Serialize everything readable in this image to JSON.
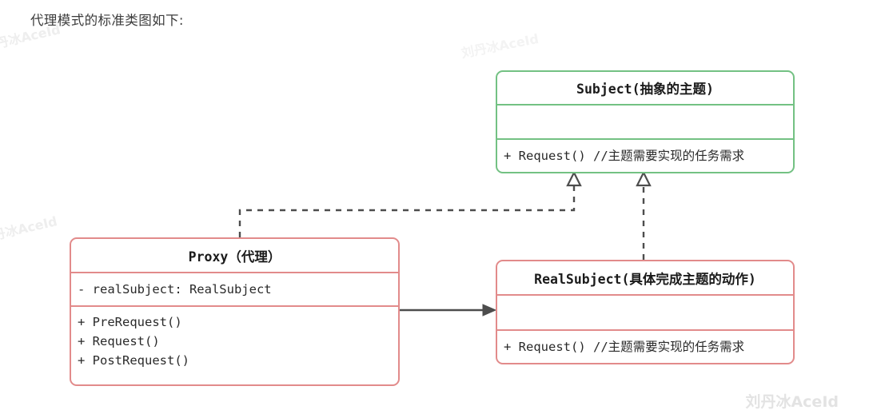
{
  "page": {
    "title": "代理模式的标准类图如下:",
    "watermark": "刘丹冰AceId",
    "watermark_partial": "刘丹冰AceId",
    "background_color": "#ffffff"
  },
  "colors": {
    "subject_border": "#73c183",
    "proxy_border": "#e28b8b",
    "realsubject_border": "#e28b8b",
    "connector": "#4d4d4d",
    "text": "#2a2a2a",
    "watermark": "#e9e9e9"
  },
  "diagram": {
    "type": "uml-class-diagram",
    "pattern": "proxy",
    "classes": [
      {
        "id": "subject",
        "name": "Subject(抽象的主题)",
        "stereotype": "interface",
        "border_color": "#73c183",
        "attributes": [],
        "operations": [
          {
            "visibility": "+",
            "signature": "Request()",
            "comment": "//主题需要实现的任务需求",
            "text": "+ Request() //主题需要实现的任务需求"
          }
        ]
      },
      {
        "id": "proxy",
        "name": "Proxy（代理）",
        "border_color": "#e28b8b",
        "attributes": [
          {
            "visibility": "-",
            "signature": "realSubject: RealSubject",
            "text": "- realSubject: RealSubject"
          }
        ],
        "operations": [
          {
            "visibility": "+",
            "signature": "PreRequest()",
            "text": "+ PreRequest()"
          },
          {
            "visibility": "+",
            "signature": "Request()",
            "text": "+ Request()"
          },
          {
            "visibility": "+",
            "signature": "PostRequest()",
            "text": "+ PostRequest()"
          }
        ]
      },
      {
        "id": "realsubject",
        "name": "RealSubject(具体完成主题的动作)",
        "border_color": "#e28b8b",
        "attributes": [],
        "operations": [
          {
            "visibility": "+",
            "signature": "Request()",
            "comment": "//主题需要实现的任务需求",
            "text": "+ Request() //主题需要实现的任务需求"
          }
        ]
      }
    ],
    "relations": [
      {
        "id": "proxy-realizes-subject",
        "from": "proxy",
        "to": "subject",
        "type": "realization",
        "line": "dashed",
        "arrowhead": "hollow-triangle"
      },
      {
        "id": "realsubject-realizes-subject",
        "from": "realsubject",
        "to": "subject",
        "type": "realization",
        "line": "dashed",
        "arrowhead": "hollow-triangle"
      },
      {
        "id": "proxy-associates-realsubject",
        "from": "proxy",
        "to": "realsubject",
        "type": "association",
        "line": "solid",
        "arrowhead": "filled-arrow"
      }
    ]
  }
}
